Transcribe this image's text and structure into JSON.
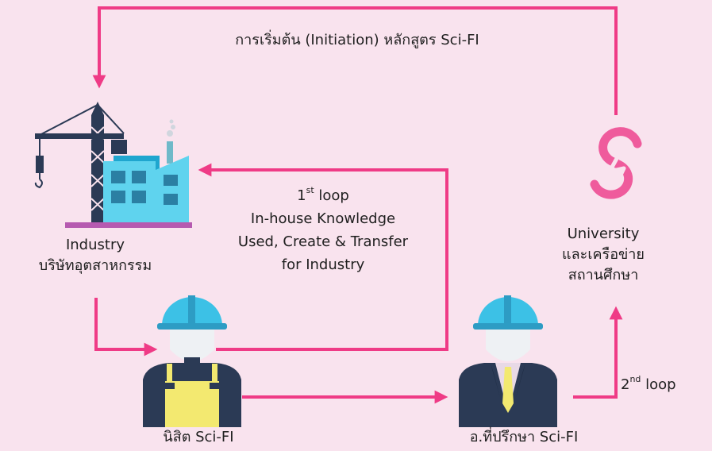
{
  "colors": {
    "background": "#f9e3ee",
    "arrow": "#ef3b86",
    "crane": "#2b3a55",
    "building_light": "#5fd3ee",
    "building_dark": "#1fa6cf",
    "helmet": "#3cc1e6",
    "logo": "#ef5b9c",
    "tie": "#f3e970"
  },
  "icons": {
    "industry": "factory-crane-icon",
    "university": "university-logo-icon",
    "student": "student-worker-icon",
    "advisor": "advisor-businessman-icon"
  },
  "top_loop": {
    "label": "การเริ่มต้น (Initiation) หลักสูตร Sci-FI"
  },
  "industry": {
    "line1": "Industry",
    "line2": "บริษัทอุตสาหกรรม"
  },
  "university": {
    "line1": "University",
    "line2": "และเครือข่าย",
    "line3": "สถานศึกษา"
  },
  "loop1": {
    "num": "1",
    "sup": "st",
    "word": " loop",
    "line2": "In-house Knowledge",
    "line3": "Used, Create & Transfer",
    "line4": "for Industry"
  },
  "loop2": {
    "num": "2",
    "sup": "nd",
    "word": " loop"
  },
  "student": {
    "label": "นิสิต Sci-FI"
  },
  "advisor": {
    "label": "อ.ที่ปรึกษา Sci-FI"
  }
}
